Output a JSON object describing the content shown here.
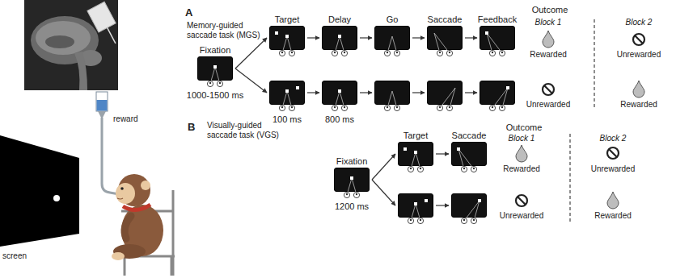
{
  "diagram": {
    "nodes": [
      {
        "text": [
          "Fixation",
          "1000-1500 ms"
        ]
      },
      {
        "text": [
          "Target"
        ]
      },
      {
        "text": [
          "Delay"
        ]
      },
      {
        "text": [
          "Go"
        ]
      },
      {
        "text": [
          "Saccade"
        ]
      },
      {
        "text": [
          "Feedback"
        ]
      },
      {
        "text": [
          "100 ms"
        ]
      },
      {
        "text": [
          "800 ms"
        ]
      },
      {
        "text": [
          "Fixation",
          "1200 ms"
        ]
      },
      {
        "text": [
          "Target"
        ]
      },
      {
        "text": [
          "Saccade"
        ]
      }
    ],
    "edges": [
      {
        "from": 0,
        "to": 1,
        "arrow": "to"
      },
      {
        "from": 0,
        "to": 6,
        "arrow": "to"
      },
      {
        "from": 1,
        "to": 2,
        "arrow": "to"
      },
      {
        "from": 2,
        "to": 3,
        "arrow": "to"
      },
      {
        "from": 3,
        "to": 4,
        "arrow": "to"
      },
      {
        "from": 4,
        "to": 5,
        "arrow": "to"
      },
      {
        "from": 6,
        "to": 7,
        "arrow": "to"
      },
      {
        "from": 8,
        "to": 9,
        "arrow": "to"
      },
      {
        "from": 9,
        "to": 10,
        "arrow": "to"
      }
    ],
    "labels": [
      "reward",
      "screen",
      "A",
      "Memory-guided saccade task (MGS)",
      "Outcome",
      "Block 1",
      "Block 2",
      "Rewarded",
      "Unrewarded",
      "Unrewarded",
      "Rewarded",
      "B",
      "Visually-guided saccade task (VGS)",
      "Outcome",
      "Block 1",
      "Block 2",
      "Rewarded",
      "Unrewarded",
      "Unrewarded",
      "Rewarded"
    ]
  }
}
